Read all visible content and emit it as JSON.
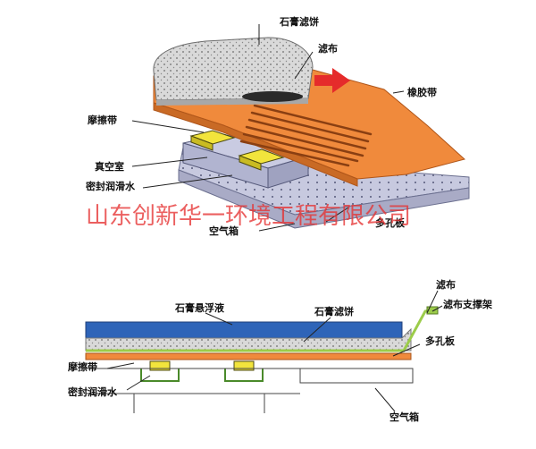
{
  "diagram_top": {
    "labels": {
      "gypsum_cake": "石膏滤饼",
      "filter_cloth": "滤布",
      "rubber_belt": "橡胶带",
      "friction_belt": "摩擦带",
      "vacuum_chamber": "真空室",
      "seal_water": "密封润滑水",
      "perforated_plate": "多孔板",
      "air_box": "空气箱"
    }
  },
  "watermark": {
    "text": "山东创新华一环境工程有限公司"
  },
  "diagram_bottom": {
    "labels": {
      "filter_cloth": "滤布",
      "cloth_support": "滤布支撑架",
      "slurry": "石膏悬浮液",
      "gypsum_cake": "石膏滤饼",
      "perforated_plate": "多孔板",
      "friction_belt": "摩擦带",
      "seal_water": "密封润滑水",
      "air_box": "空气箱"
    }
  },
  "colors": {
    "rubber_belt": "#f08a3c",
    "gypsum_cake": "#d8d8d8",
    "slurry": "#2e64b8",
    "friction_pad": "#f0e23a",
    "vacuum_box": "#c8c8e0",
    "cloth": "#9ccc4a",
    "arrow": "#e52b2b",
    "watermark": "#e63232"
  }
}
